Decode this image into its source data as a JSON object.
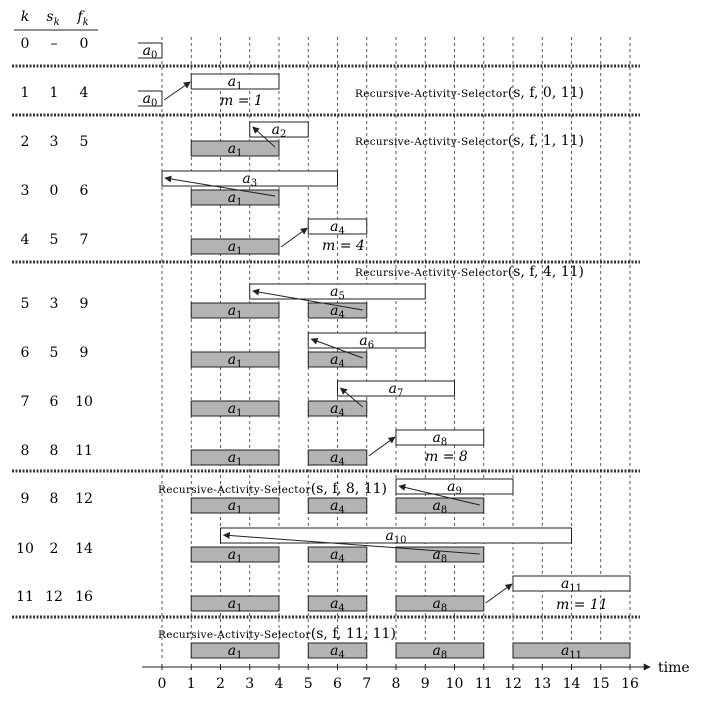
{
  "table": {
    "headers": [
      {
        "base": "k",
        "sub": ""
      },
      {
        "base": "s",
        "sub": "k"
      },
      {
        "base": "f",
        "sub": "k"
      }
    ],
    "rows": [
      {
        "k": "0",
        "s": "–",
        "f": "0"
      },
      {
        "k": "1",
        "s": "1",
        "f": "4"
      },
      {
        "k": "2",
        "s": "3",
        "f": "5"
      },
      {
        "k": "3",
        "s": "0",
        "f": "6"
      },
      {
        "k": "4",
        "s": "5",
        "f": "7"
      },
      {
        "k": "5",
        "s": "3",
        "f": "9"
      },
      {
        "k": "6",
        "s": "5",
        "f": "9"
      },
      {
        "k": "7",
        "s": "6",
        "f": "10"
      },
      {
        "k": "8",
        "s": "8",
        "f": "11"
      },
      {
        "k": "9",
        "s": "8",
        "f": "12"
      },
      {
        "k": "10",
        "s": "2",
        "f": "14"
      },
      {
        "k": "11",
        "s": "12",
        "f": "16"
      }
    ]
  },
  "calls": [
    {
      "name": "Recursive-Activity-Selector",
      "args": "(s, f, 0, 11)"
    },
    {
      "name": "Recursive-Activity-Selector",
      "args": "(s, f, 1, 11)"
    },
    {
      "name": "Recursive-Activity-Selector",
      "args": "(s, f, 4, 11)"
    },
    {
      "name": "Recursive-Activity-Selector",
      "args": "(s, f, 8, 11)"
    },
    {
      "name": "Recursive-Activity-Selector",
      "args": "(s, f, 11, 11)"
    }
  ],
  "m_labels": [
    "m = 1",
    "m = 4",
    "m = 8",
    "m = 11"
  ],
  "activity_prefix": "a",
  "axis": {
    "ticks": [
      "0",
      "1",
      "2",
      "3",
      "4",
      "5",
      "6",
      "7",
      "8",
      "9",
      "10",
      "11",
      "12",
      "13",
      "14",
      "15",
      "16"
    ],
    "label": "time",
    "min": 0,
    "max": 16
  },
  "colors": {
    "selected_fill": "#b3b3b3",
    "candidate_fill": "#ffffff",
    "stroke": "#222222"
  }
}
